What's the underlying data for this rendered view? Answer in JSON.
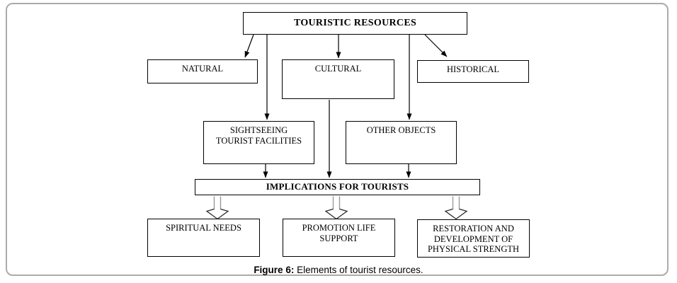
{
  "diagram": {
    "nodes": {
      "touristic_resources": {
        "label": "TOURISTIC RESOURCES"
      },
      "natural": {
        "label": "NATURAL"
      },
      "cultural": {
        "label": "CULTURAL"
      },
      "historical": {
        "label": "HISTORICAL"
      },
      "sightseeing": {
        "label": "SIGHTSEEING\nTOURIST FACILITIES"
      },
      "other_objects": {
        "label": "OTHER OBJECTS"
      },
      "implications": {
        "label": "IMPLICATIONS FOR TOURISTS"
      },
      "spiritual_needs": {
        "label": "SPIRITUAL NEEDS"
      },
      "promotion": {
        "label": "PROMOTION LIFE\nSUPPORT"
      },
      "restoration": {
        "label": "RESTORATION AND\nDEVELOPMENT OF\nPHYSICAL STRENGTH"
      }
    },
    "edges": [
      {
        "from": "touristic_resources",
        "to": "natural",
        "style": "solid-arrow"
      },
      {
        "from": "touristic_resources",
        "to": "cultural",
        "style": "solid-arrow"
      },
      {
        "from": "touristic_resources",
        "to": "historical",
        "style": "solid-arrow"
      },
      {
        "from": "touristic_resources",
        "to": "sightseeing",
        "style": "solid-arrow"
      },
      {
        "from": "touristic_resources",
        "to": "other_objects",
        "style": "solid-arrow"
      },
      {
        "from": "cultural",
        "to": "implications",
        "style": "solid-arrow"
      },
      {
        "from": "sightseeing",
        "to": "implications",
        "style": "solid-arrow"
      },
      {
        "from": "other_objects",
        "to": "implications",
        "style": "solid-arrow"
      },
      {
        "from": "implications",
        "to": "spiritual_needs",
        "style": "hollow-block-arrow"
      },
      {
        "from": "implications",
        "to": "promotion",
        "style": "hollow-block-arrow"
      },
      {
        "from": "implications",
        "to": "restoration",
        "style": "hollow-block-arrow"
      }
    ],
    "colors": {
      "arrow": "#000000",
      "node_border": "#000000",
      "frame_border": "#ababab",
      "hollow_arrow_shaft": "#9b9b9b",
      "hollow_arrow_head": "#2b2b2b"
    },
    "caption": {
      "prefix": "Figure 6:",
      "rest": "Elements of tourist resources."
    }
  }
}
